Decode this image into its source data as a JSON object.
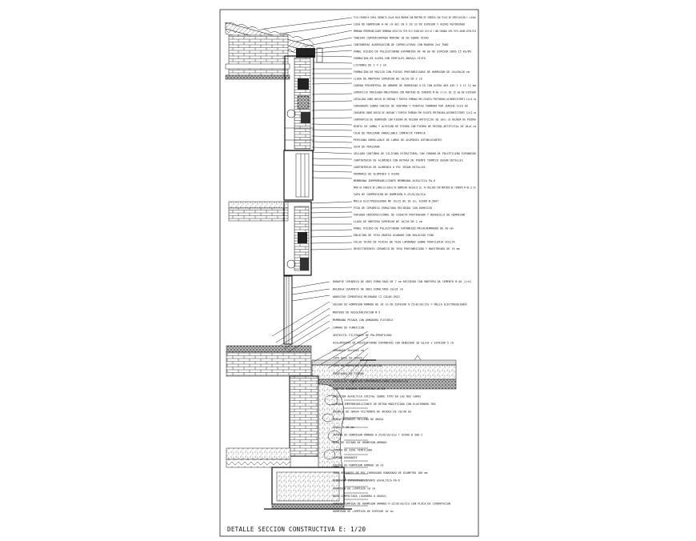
{
  "drawing": {
    "title": "DETALLE SECCION CONSTRUCTIVA E: 1/20",
    "colors": {
      "ink": "#111111",
      "paper": "#ffffff",
      "hatch": "#444444"
    },
    "upper_labels": [
      "TEJA CERAMICA CURVA CORONITA COLOR ROJO MARRON CON MORTERO DE CEMENTO CON TEJAS DE VENTILACION 1 c/10m2",
      "LOSA DE HORMIGON H-40 (H-30) 20 X 20 cm DE ESPESOR Y ACERO REFORZADO",
      "MEMBRANA IMPERMEABILIZANTE MEMBRANA ASFALTICA TIPO PA-6 SEGUN NCH 2215-02 Y UNA SEGUNDA CAPA TIPO LAMINA ASFALTICA",
      "TABLERO CONTRACHAPADO MARINO 18 mm SOBRE VIGAS",
      "CANTONERAS ALBERGACION DE CAPRELLEYRAS CON MADERA 2x4 TUBO",
      "PANEL RIGIDO DE POLIESTIRENO EXPANDIDO DE 40 mm DE ESPESOR DENS 15 KG/M3",
      "FORMACION DE ALERO CON PERFILES ANGULO VISTO",
      "LISTONES DE 2 X 2 cm",
      "FORMACION DE MACIZO CON PIEZAS PREFABRICADAS DE HORMIGON DE 14x20x20 cm",
      "LLAGA DE MORTERO SUPERIOR DE 10/20 DE 2 cm",
      "CADENA PERIMETRAL DE AMARRE DE HORMIGON H-25 CON ACERO A63-42H Y 4 fi 12 mm",
      "SUPERFICIE PROCESADA MAESTREADA CON MORTERO DE CEMENTO M-40 (1:4) DE 15 mm DE ESPESOR",
      "CAPIALZADO SOBRE HUECOS DE VENTANA Y PUERTAS FORMADO POR VIGUETA PRETENSADA AUTORRESISTENTE 11x12 cm",
      "CARGADERO SOBRE HUECOS DE VENTANA Y PUERTAS FORMADO POR ZUNCHO 2x10 mm",
      "CARGADERO SOBRE HUECOS DE VENTANA Y PUERTAS FORMADO POR VIGUETA PRETENSADA AUTORRESISTENTE 11x12 cm",
      "CONTRAPISO DE HORMIGON CON PIEDRA DE RESINA ARTIFICIAL DE 10x1 cm BAJADA DE PIEDRA",
      "DINTEL DE JAMBA Y ALFEIZAR DE PIEDRA CON PIEDRA DE RESINA ARTIFICIAL DE 20x4 cm",
      "CAJA DE PERSIANA ENROLLABLE COMPACTA TERMICA",
      "PERSIANA ENROLLABLE DE LAMAS DE ALUMINIO AUTOBLOCANTES",
      "GUIA DE PERSIANA",
      "SELLADO CONTINUO DE SILICONA ESTRUCTURAL CON CORDON DE POLIETILENO EXPANDIDO",
      "CARPINTERIA DE ALUMINIO CON ROTURA DE PUENTE TERMICO SEGUN DETALLES",
      "CARPINTERIA DE ALUMINIO O PVC SEGUN DETALLES",
      "PREMARCO DE ALUMINIO O ACERO",
      "MEMBRANA IMPERMEABILIZANTE MEMBRANA ASFALTICA PA-6",
      "MURO DE FABRICA DE LADRILLO HUECO DE HORMIGON 40x20x15 cm, FA RELLENO CON MORTERO DE CEMENTO M-40 (1:6)",
      "CAPA DE COMPRESION DE HORMIGON H-25/B/20/IIa",
      "MALLA ELECTROSOLDADA ME 15x15 DE 10 cm, ACERO B-500T",
      "PISO DE CERAMICA ESMALTADA RECIBIDO CON ADHESIVO",
      "FORJADO UNIDIRECCIONAL DE VIGUETA PRETENSADA Y BOVEDILLA DE HORMIGON",
      "LLAGA DE MORTERO SUPERIOR DE 10/20 DE 2 cm",
      "PANEL RIGIDO DE POLIESTIRENO EXPANDIDO MACHIHEMBRADO DE 40 mm",
      "ENLUCIDO DE YESO GRUESO ACABADO CON ENLUCIDO FINO",
      "FALSO TECHO DE PLACAS DE YESO LAMINADO SOBRE PERFILERIA OCULTA",
      "REVESTIMIENTO CERAMICO DE YESO PREFABRICADO Y MAESTREADO DE 15 mm"
    ],
    "lower_labels": [
      "RODAPIE CERAMICO DE GRES ESMALTADO DE 7 cm RECIBIDO CON MORTERO DE CEMENTO M-40 (1:6)",
      "BALDOSA CERAMICA DE GRES ESMALTADO 31x31 cm",
      "ADHESIVO CEMENTOSO MEJORADO C2 COLOR GRIS",
      "SOLERA DE HORMIGON ARMADO DE 10 cm DE ESPESOR H-25/B/20/IIa Y MALLA ELECTROSOLDADA",
      "MORTERO DE REGULARIZACION M-5",
      "MEMBRANA PESADA CON ARMADURA FLEXIBLE",
      "CAMARA DE FUNDICION",
      "GEOTEXTIL FILTRANTE DE POLIPROPILENO",
      "AISLAMIENTO DE POLIESTIRENO EXPANDIDO CON DENSIDAD 30 kg/m3 y ESPESOR 5 cm",
      "ARRANQUE 20x20x4 cm",
      "CAPA BASE DE GRAVA",
      "CAPA DE HORMIGON H-25/B/20/IIa",
      "ENCACHADO DE PIEDRA",
      "ZOCALO DE HORMIGON IMPERMEABILIZADO 20x20x4 cm",
      "BASE DE ZAHORRA ARTIFICIAL ZA-25",
      "EMULSION ASFALTICA CRISTAL SOBRE TIPO EN LAS DOS CARAS",
      "LAMINA IMPERMEABILIZANTE DE BETUN MODIFICADO CON ELASTOMERO SBS",
      "DRENAJE DE GRAVA FILTRANTE DE ARIDOS DE 20/40 mm",
      "ZANJA DRENANTE RELLENA DE GRAVA",
      "GRAVA 8-20 mm",
      "ZAPATA DE HORMIGON ARMADO H-25/B/20/IIa Y ACERO B 500 S",
      "MURO DE SOTANO DE HORMIGON ARMADO",
      "CAMARA DE AIRE VENTILADA",
      "LAMINA DRENANTE",
      "SOLERA DE HORMIGON ARMADO 10 cm",
      "TUBO DRENANTE DE PVC CORRUGADO RANURADO DE DIAMETRO 160 mm",
      "MEMBRANA IMPERMEABILIZANTE ASFALTICA PA-6",
      "HORMIGON DE LIMPIEZA 10 cm",
      "BASE COMPACTADA (ZAHORRA O GRAVA)",
      "ZAPATA CORRIDA DE HORMIGON ARMADO H-25/B/20/IIa CON PLACA DE CIMENTACION",
      "HORMIGON DE LIMPIEZA DE ESPESOR 10 cm"
    ]
  }
}
